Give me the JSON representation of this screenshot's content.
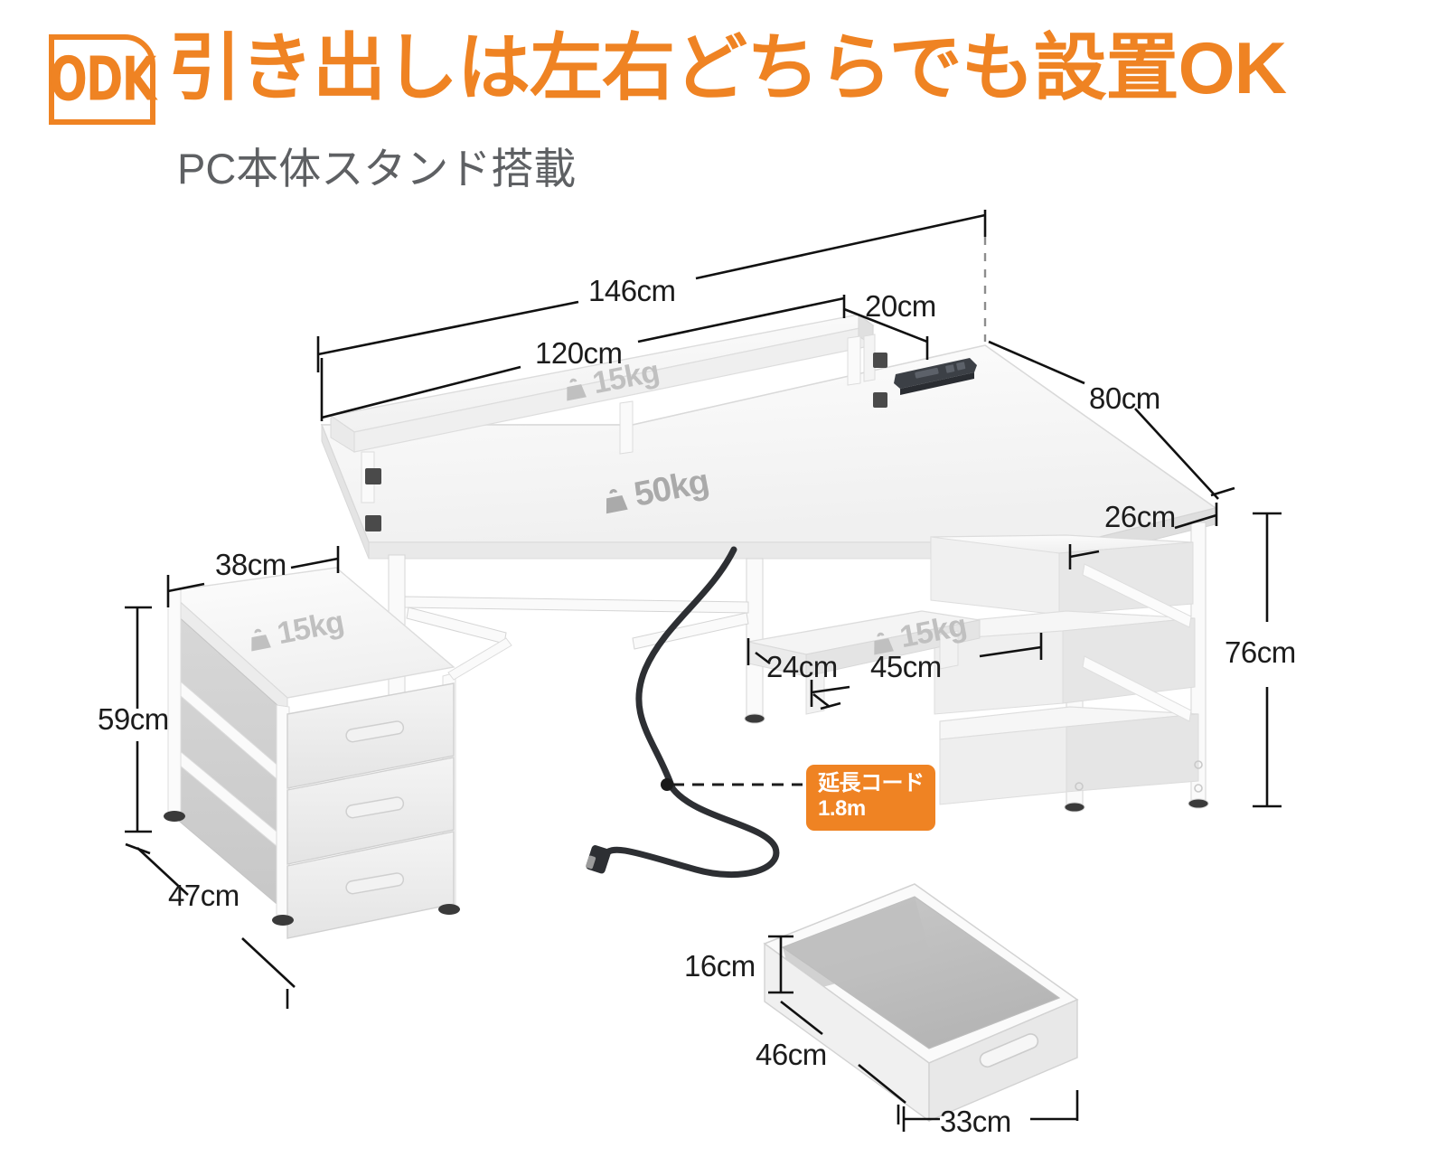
{
  "header": {
    "logo_text": "ODK",
    "title": "引き出しは左右どちらでも設置OK",
    "subtitle": "PC本体スタンド搭載",
    "brand_color": "#ef8323",
    "subtitle_color": "#5e6063"
  },
  "dimensions": {
    "desk_width_total": "146cm",
    "monitor_shelf_width": "120cm",
    "monitor_shelf_depth": "20cm",
    "desk_depth": "80cm",
    "side_shelf_depth": "26cm",
    "desk_height": "76cm",
    "drawer_unit_width": "38cm",
    "drawer_unit_height": "59cm",
    "drawer_unit_depth": "47cm",
    "pc_stand_depth": "24cm",
    "pc_stand_width": "45cm",
    "box_height": "16cm",
    "box_length": "46cm",
    "box_width": "33cm"
  },
  "load_badges": {
    "monitor_shelf": "15kg",
    "desktop": "50kg",
    "drawer_unit_top": "15kg",
    "pc_stand": "15kg"
  },
  "callout": {
    "line1": "延長コード",
    "line2": "1.8m",
    "background": "#ef8323",
    "text_color": "#ffffff"
  },
  "icons": {
    "weight": "weight-icon",
    "power_strip": "power-strip-icon",
    "plug": "power-plug-icon"
  }
}
